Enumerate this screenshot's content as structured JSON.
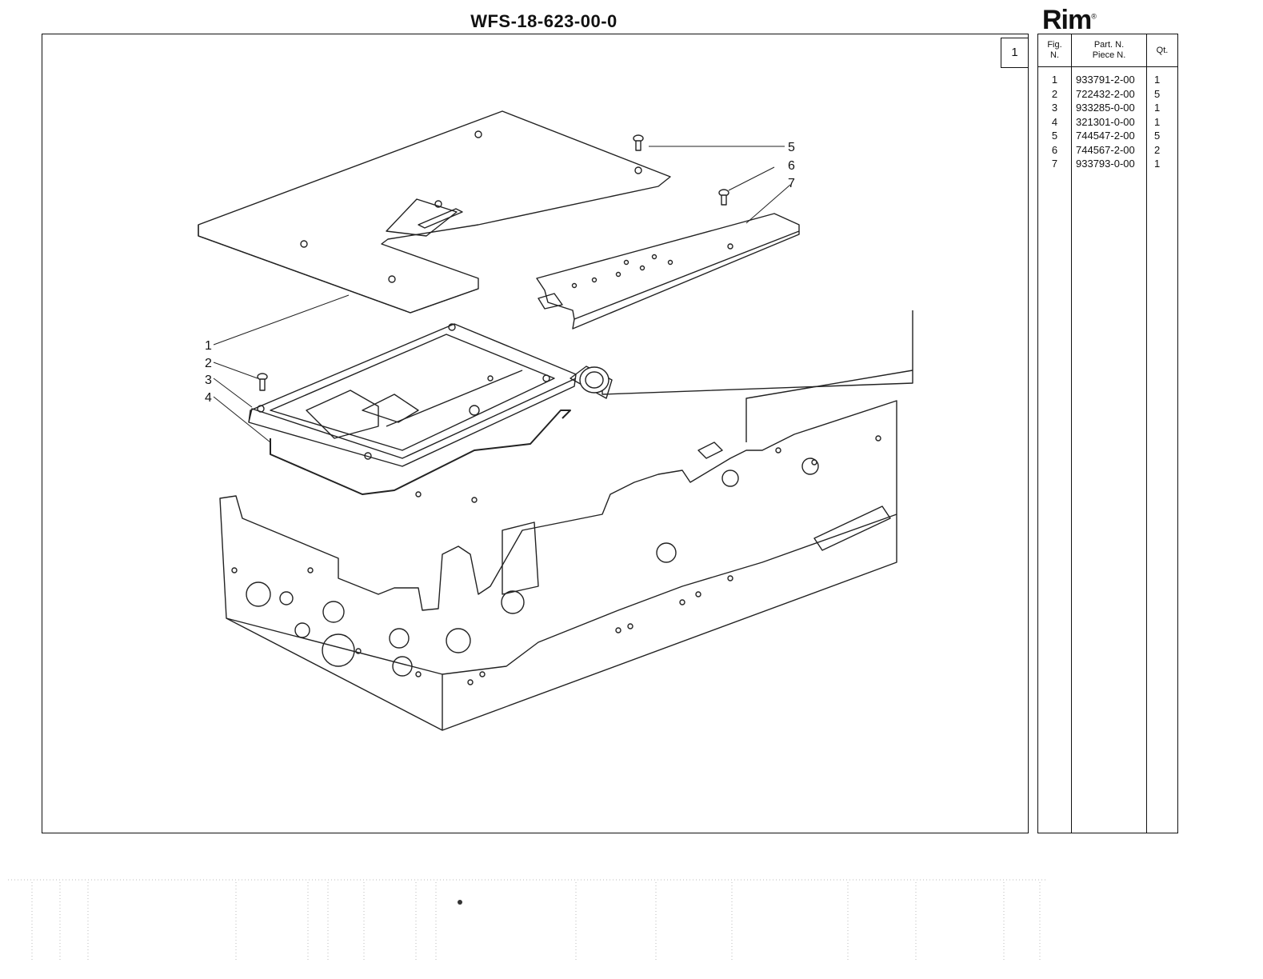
{
  "header": {
    "title": "WFS-18-623-00-0",
    "brand": "Rim",
    "brand_mark": "®"
  },
  "drawing": {
    "figure_number": "1",
    "callouts": [
      "1",
      "2",
      "3",
      "4",
      "5",
      "6",
      "7"
    ]
  },
  "parts_table": {
    "headers": {
      "fig_line1": "Fig.",
      "fig_line2": "N.",
      "part_line1": "Part. N.",
      "part_line2": "Piece N.",
      "qty": "Qt."
    },
    "rows": [
      {
        "fig": "1",
        "part": "933791-2-00",
        "qty": "1"
      },
      {
        "fig": "2",
        "part": "722432-2-00",
        "qty": "5"
      },
      {
        "fig": "3",
        "part": "933285-0-00",
        "qty": "1"
      },
      {
        "fig": "4",
        "part": "321301-0-00",
        "qty": "1"
      },
      {
        "fig": "5",
        "part": "744547-2-00",
        "qty": "5"
      },
      {
        "fig": "6",
        "part": "744567-2-00",
        "qty": "2"
      },
      {
        "fig": "7",
        "part": "933793-0-00",
        "qty": "1"
      }
    ]
  }
}
